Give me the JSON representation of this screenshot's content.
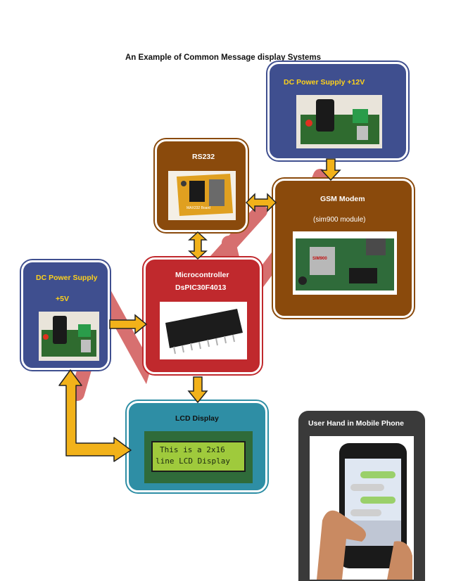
{
  "title": "An Example of Common Message display Systems",
  "blocks": {
    "dc12": {
      "label": "DC Power Supply +12V"
    },
    "rs232": {
      "label": "RS232",
      "board_text": "MAX232 Board"
    },
    "gsm": {
      "label": "GSM Modem",
      "sublabel": "(sim900 module)",
      "chip_text": "SIM900"
    },
    "mcu": {
      "label": "Microcontroller",
      "sublabel": "DsPIC30F4013"
    },
    "dc5": {
      "label": "DC Power Supply",
      "sublabel": "+5V"
    },
    "lcd": {
      "label": "LCD Display",
      "screen_line1": "This is a 2x16",
      "screen_line2": "line LCD Display"
    },
    "phone": {
      "label": "User Hand in Mobile Phone"
    }
  },
  "colors": {
    "navy": "#3f4f8f",
    "brown": "#8a4a0c",
    "red": "#c0292d",
    "teal": "#2e8ea5",
    "arrow": "#f2b21a",
    "lcd_green": "#9fca3c",
    "watermark": "#c94040"
  }
}
